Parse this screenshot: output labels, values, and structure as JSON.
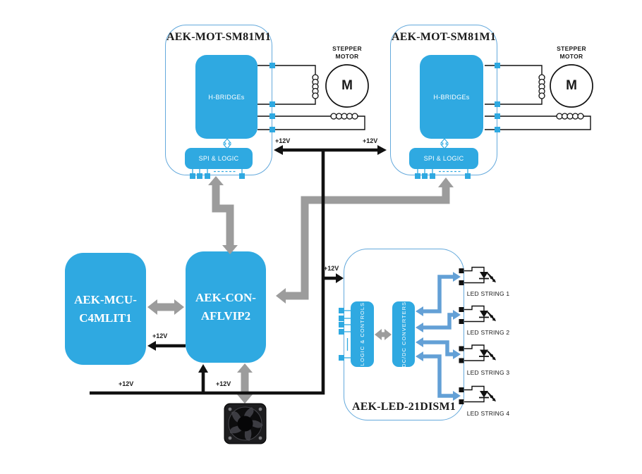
{
  "diagram": {
    "boards": {
      "motor_driver_left": {
        "title": "AEK-MOT-SM81M1",
        "hbridges_label": "H-BRIDGEs",
        "spi_label": "SPI & LOGIC"
      },
      "motor_driver_right": {
        "title": "AEK-MOT-SM81M1",
        "hbridges_label": "H-BRIDGEs",
        "spi_label": "SPI & LOGIC"
      },
      "mcu": {
        "title_line1": "AEK-MCU-",
        "title_line2": "C4MLIT1"
      },
      "connector": {
        "title_line1": "AEK-CON-",
        "title_line2": "AFLVIP2"
      },
      "led_driver": {
        "title": "AEK-LED-21DISM1",
        "logic_label": "LOGIC & CONTROLS",
        "dcdc_label": "DC/DC CONVERTERS"
      }
    },
    "motors": {
      "left": {
        "caption_line1": "STEPPER",
        "caption_line2": "MOTOR",
        "symbol": "M"
      },
      "right": {
        "caption_line1": "STEPPER",
        "caption_line2": "MOTOR",
        "symbol": "M"
      }
    },
    "led_strings": [
      {
        "label": "LED STRING 1"
      },
      {
        "label": "LED STRING 2"
      },
      {
        "label": "LED STRING 3"
      },
      {
        "label": "LED STRING 4"
      }
    ],
    "power_label": "+12V",
    "colors": {
      "chip_fill": "#2fa9e1",
      "board_stroke": "#64a9dc",
      "gray_arrow": "#9c9c9c",
      "blue_arrow": "#63a0d6",
      "wire_black": "#111111"
    }
  }
}
